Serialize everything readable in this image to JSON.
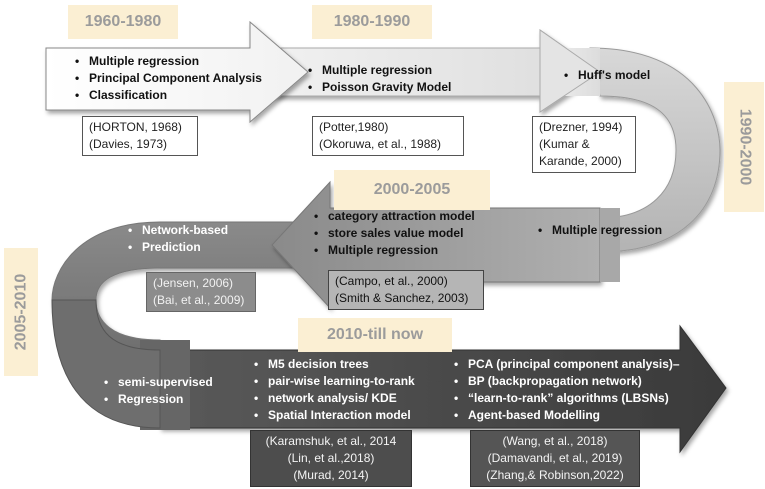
{
  "eras": {
    "e1": "1960-1980",
    "e2": "1980-1990",
    "e3": "1990-2000",
    "e4": "2000-2005",
    "e5": "2005-2010",
    "e6": "2010-till now"
  },
  "stage1": {
    "methods": [
      "Multiple regression",
      "Principal Component Analysis",
      "Classification"
    ],
    "refs": [
      "(HORTON, 1968)",
      "(Davies, 1973)"
    ]
  },
  "stage2": {
    "methods": [
      "Multiple regression",
      "Poisson Gravity Model"
    ],
    "refs": [
      "(Potter,1980)",
      "(Okoruwa, et al., 1988)"
    ]
  },
  "stage3": {
    "methods": [
      "Huff's model"
    ],
    "refs": [
      "(Drezner, 1994)",
      "(Kumar &",
      "Karande, 2000)"
    ]
  },
  "stage3b": {
    "methods": [
      "Multiple regression"
    ]
  },
  "stage4": {
    "methods": [
      "category attraction model",
      "store sales value model",
      "Multiple regression"
    ],
    "refs": [
      "(Campo, et al., 2000)",
      "(Smith & Sanchez, 2003)"
    ]
  },
  "stage5": {
    "methods": [
      "Network-based",
      "Prediction"
    ],
    "refs": [
      "(Jensen, 2006)",
      "(Bai, et al., 2009)"
    ]
  },
  "stage6": {
    "left_methods": [
      "semi-supervised",
      "Regression"
    ],
    "mid_methods": [
      "M5 decision trees",
      "pair-wise learning-to-rank",
      "network analysis/ KDE",
      "Spatial Interaction model"
    ],
    "mid_refs": [
      "(Karamshuk, et al., 2014",
      "(Lin, et al.,2018)",
      "(Murad, 2014)"
    ],
    "right_methods": [
      "PCA (principal component analysis)–",
      "BP (backpropagation network)",
      "“learn-to-rank” algorithms (LBSNs)",
      "Agent-based Modelling"
    ],
    "right_refs": [
      "(Wang, et al., 2018)",
      "(Damavandi,  et al., 2019)",
      "(Zhang,& Robinson,2022)"
    ]
  },
  "colors": {
    "arrow1": "#ffffff",
    "arrow2": "#e9e9e9",
    "turn1": "#c6c6c6",
    "arrow3": "#9a9a9a",
    "turn2": "#777777",
    "arrow4": "#4a4a4a",
    "era_bg": "#fbefd3"
  }
}
